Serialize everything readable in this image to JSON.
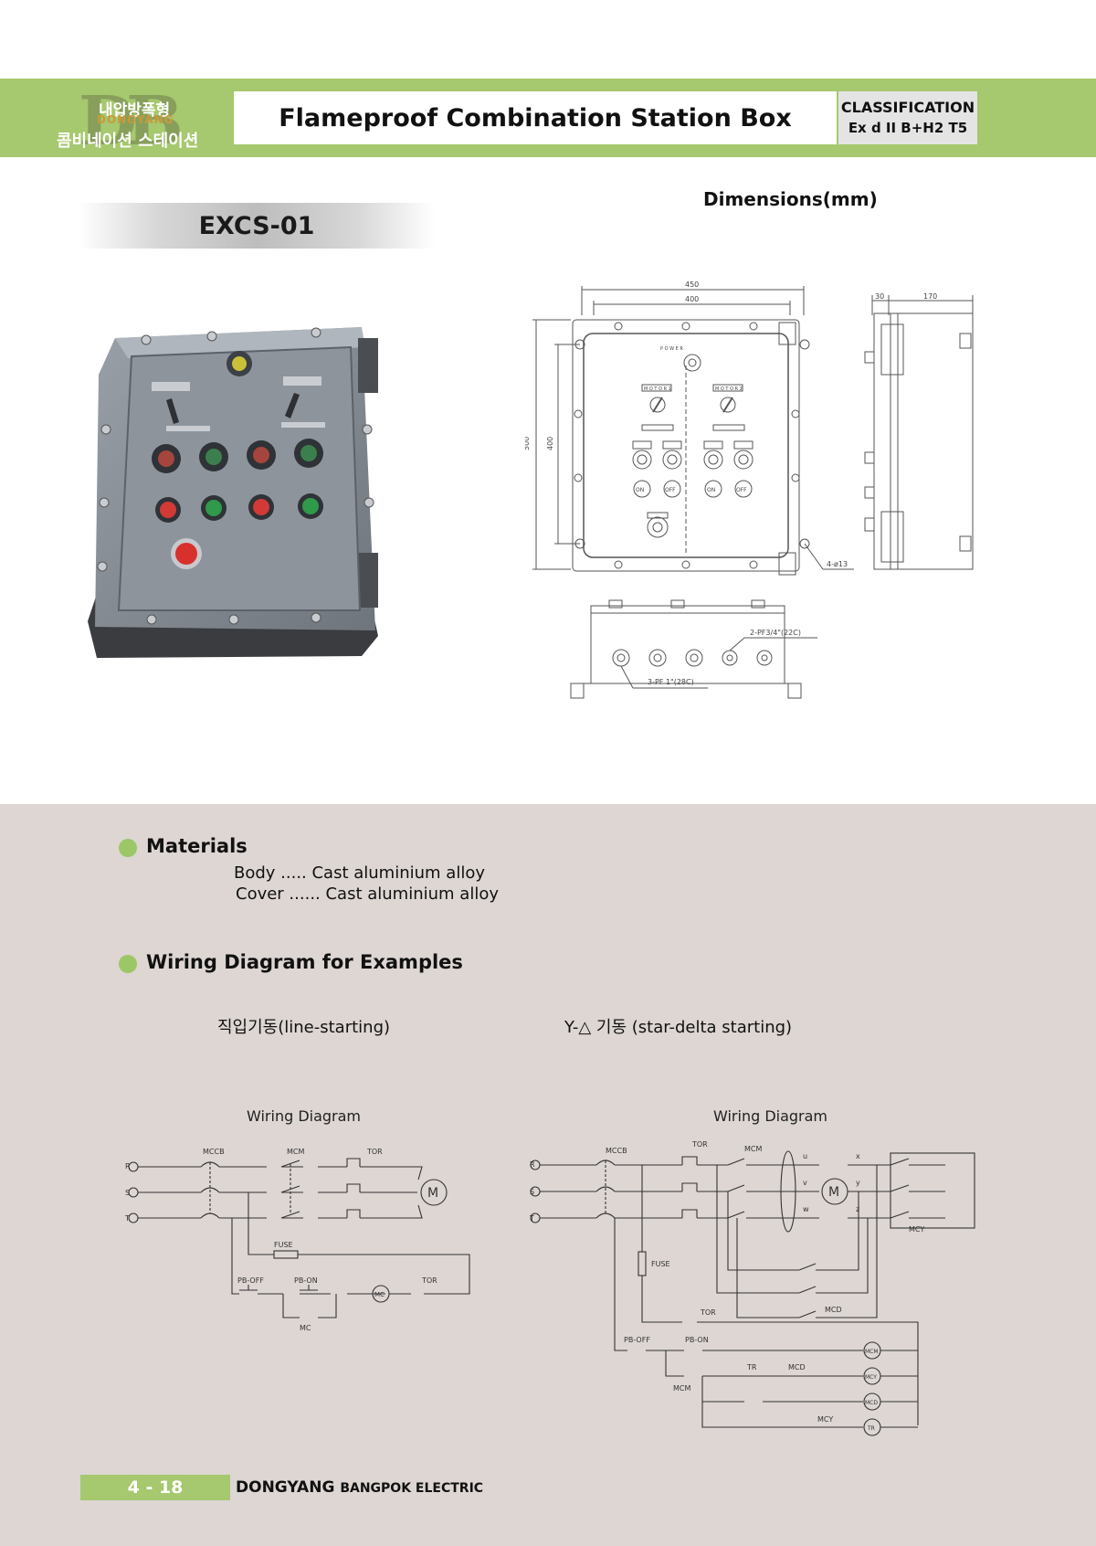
{
  "header": {
    "logo_kr_line1": "내압방폭형",
    "logo_en": "DONGYANG",
    "logo_kr_line2": "콤비네이션 스테이션",
    "title": "Flameproof Combination Station Box",
    "classification_label": "CLASSIFICATION",
    "classification_value": "Ex d II B+H2 T5"
  },
  "model": "EXCS-01",
  "dimensions_title": "Dimensions(mm)",
  "drawing": {
    "dim_450": "450",
    "dim_400w": "400",
    "dim_500": "500",
    "dim_400h": "400",
    "dim_30": "30",
    "dim_170": "170",
    "holes": "4-ø13",
    "conduit_top": "2-PF3/4\"(22C)",
    "conduit_bottom": "3-PF 1\"(28C)",
    "motor1": "M O T O R 1",
    "motor2": "M O T O R 2",
    "on": "ON",
    "off": "OFF",
    "power": "P O W E R"
  },
  "materials": {
    "heading": "Materials",
    "body": "Body .....  Cast aluminium alloy",
    "cover": "Cover ...... Cast aluminium alloy"
  },
  "wiring": {
    "heading": "Wiring Diagram for Examples",
    "left_subtitle": "직입기동(line-starting)",
    "right_subtitle": "Y-△ 기동 (star-delta starting)",
    "diagram_title": "Wiring Diagram",
    "labels": {
      "mccb": "MCCB",
      "mcm": "MCM",
      "tor": "TOR",
      "fuse": "FUSE",
      "pb_off": "PB-OFF",
      "pb_on": "PB-ON",
      "mc": "MC",
      "m": "M",
      "r": "R",
      "s": "S",
      "t": "T",
      "u": "u",
      "v": "v",
      "w": "w",
      "x": "x",
      "y": "y",
      "z": "z",
      "mcy": "MCY",
      "mcd": "MCD",
      "tr": "TR"
    }
  },
  "footer": {
    "page": "4 - 18",
    "company": "DONGYANG",
    "company_rest": "BANGPOK ELECTRIC"
  }
}
